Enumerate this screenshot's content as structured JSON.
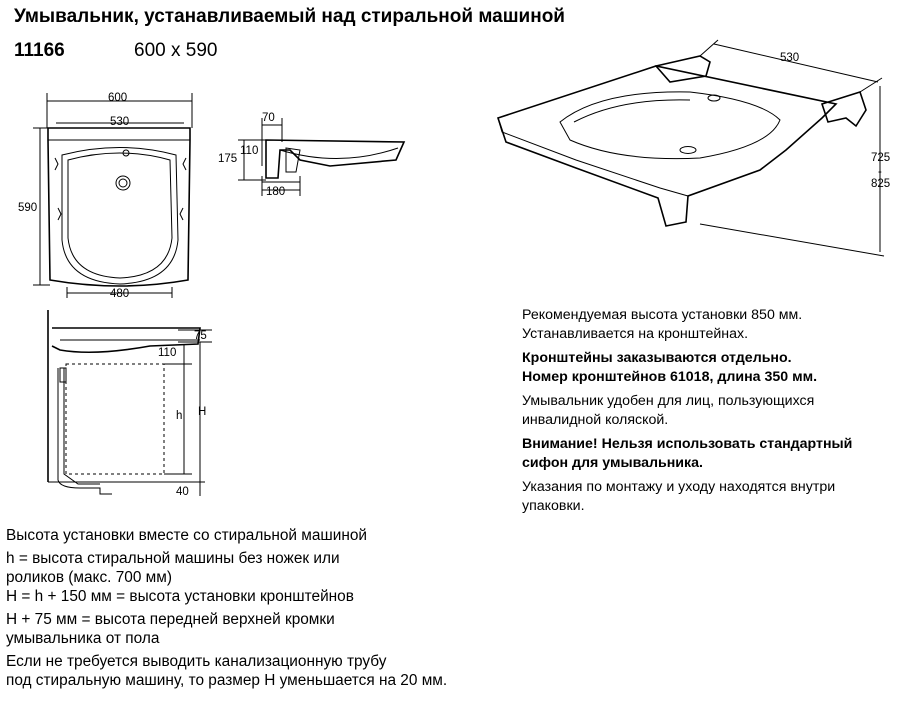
{
  "header": {
    "title": "Умывальник, устанавливаемый над стиральной машиной",
    "article": "11166",
    "size": "600 x 590"
  },
  "top_view": {
    "dims": {
      "width_outer": "600",
      "width_inner": "530",
      "depth": "590",
      "bowl_width": "480"
    }
  },
  "side_view": {
    "dims": {
      "top": "70",
      "left_height": "175",
      "inner_height": "110",
      "bottom": "180"
    }
  },
  "install_view": {
    "dims": {
      "top": "75",
      "gap": "110",
      "h": "h",
      "H": "H",
      "bottom": "40"
    }
  },
  "perspective_view": {
    "dims": {
      "width": "530",
      "height_min": "725",
      "dash": "-",
      "height_max": "825"
    }
  },
  "info": {
    "line1": "Рекомендуемая высота установки  850 мм.",
    "line2": "Устанавливается на кронштейнах.",
    "bold1": "Кронштейны заказываются отдельно.",
    "bold2": "Номер кронштейнов 61018, длина 350 мм.",
    "line3": "Умывальник удобен для лиц, пользующихся",
    "line4": "инвалидной коляской.",
    "warn1": "Внимание! Нельзя использовать стандартный",
    "warn2": "сифон для умывальника.",
    "line5": "Указания по монтажу и уходу находятся внутри",
    "line6": "упаковки."
  },
  "notes": {
    "n1": "Высота установки вместе со стиральной машиной",
    "n2a": "h = высота стиральной машины без ножек или",
    "n2b": "роликов (макс. 700 мм)",
    "n3": "H = h + 150 мм = высота установки кронштейнов",
    "n4a": "H + 75 мм = высота передней верхней кромки",
    "n4b": "умывальника от пола",
    "n5a": "Если не требуется выводить канализационную трубу",
    "n5b": "под стиральную машину, то размер H уменьшается на 20 мм."
  }
}
